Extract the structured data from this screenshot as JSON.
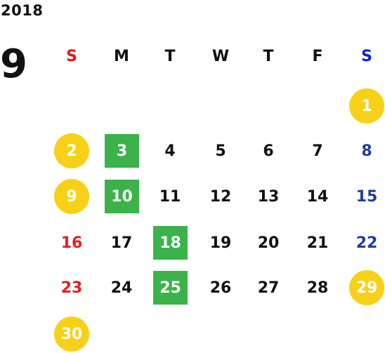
{
  "calendar": {
    "year": "2018",
    "month": "9",
    "weekdays": [
      "S",
      "M",
      "T",
      "W",
      "T",
      "F",
      "S"
    ],
    "colors": {
      "default": "#111111",
      "sunday": "#e02020",
      "saturday": "#1e3f9a",
      "sunday_header": "#ee1111",
      "saturday_header": "#0022dd",
      "holiday_circle": "#f7d117",
      "special_square": "#3bb34a",
      "highlight_text": "#ffffff"
    },
    "weeks": [
      [
        null,
        null,
        null,
        null,
        null,
        null,
        {
          "day": "1",
          "mark": "circle"
        }
      ],
      [
        {
          "day": "2",
          "mark": "circle"
        },
        {
          "day": "3",
          "mark": "square"
        },
        {
          "day": "4"
        },
        {
          "day": "5"
        },
        {
          "day": "6"
        },
        {
          "day": "7"
        },
        {
          "day": "8"
        }
      ],
      [
        {
          "day": "9",
          "mark": "circle"
        },
        {
          "day": "10",
          "mark": "square"
        },
        {
          "day": "11"
        },
        {
          "day": "12"
        },
        {
          "day": "13"
        },
        {
          "day": "14"
        },
        {
          "day": "15"
        }
      ],
      [
        {
          "day": "16"
        },
        {
          "day": "17"
        },
        {
          "day": "18",
          "mark": "square"
        },
        {
          "day": "19"
        },
        {
          "day": "20"
        },
        {
          "day": "21"
        },
        {
          "day": "22"
        }
      ],
      [
        {
          "day": "23"
        },
        {
          "day": "24"
        },
        {
          "day": "25",
          "mark": "square"
        },
        {
          "day": "26"
        },
        {
          "day": "27"
        },
        {
          "day": "28"
        },
        {
          "day": "29",
          "mark": "circle"
        }
      ],
      [
        {
          "day": "30",
          "mark": "circle"
        },
        null,
        null,
        null,
        null,
        null,
        null
      ]
    ]
  }
}
